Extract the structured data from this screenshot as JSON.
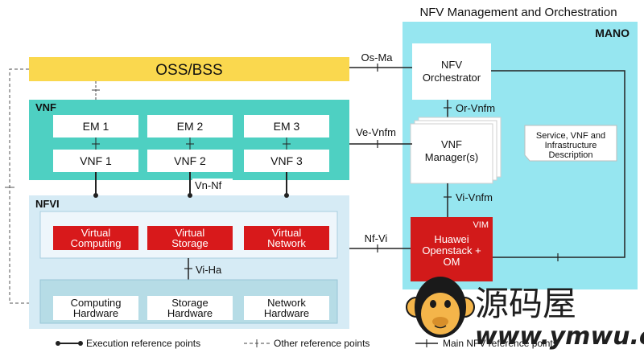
{
  "mano": {
    "heading": "NFV Management and Orchestration",
    "label": "MANO",
    "orchestrator": [
      "NFV",
      "Orchestrator"
    ],
    "vnf_manager": [
      "VNF",
      "Manager(s)"
    ],
    "description": [
      "Service, VNF and",
      "Infrastructure",
      "Description"
    ],
    "vim": {
      "label": "VIM",
      "lines": [
        "Huawei",
        "Openstack +",
        "OM"
      ]
    }
  },
  "oss_bss": "OSS/BSS",
  "vnf_layer": {
    "label": "VNF",
    "ems": [
      "EM 1",
      "EM 2",
      "EM 3"
    ],
    "vnfs": [
      "VNF 1",
      "VNF 2",
      "VNF 3"
    ]
  },
  "nfvi": {
    "label": "NFVI",
    "virtual": [
      [
        "Virtual",
        "Computing"
      ],
      [
        "Virtual",
        "Storage"
      ],
      [
        "Virtual",
        "Network"
      ]
    ],
    "hardware": [
      [
        "Computing",
        "Hardware"
      ],
      [
        "Storage",
        "Hardware"
      ],
      [
        "Network",
        "Hardware"
      ]
    ]
  },
  "reference_points": {
    "os_ma": "Os-Ma",
    "or_vnfm": "Or-Vnfm",
    "ve_vnfm": "Ve-Vnfm",
    "vi_vnfm": "Vi-Vnfm",
    "vn_nf": "Vn-Nf",
    "nf_vi": "Nf-Vi",
    "vi_ha": "Vi-Ha"
  },
  "legend": {
    "execution": "Execution reference points",
    "other": "Other reference points",
    "main_nfv": "Main NFV reference points"
  },
  "watermark": {
    "chinese": "源码屋",
    "url": "www.ymwu.com"
  },
  "colors": {
    "mano_bg": "#96e6f0",
    "oss_bg": "#fad84e",
    "vnf_bg": "#4ed0c2",
    "nfvi_bg": "#d6ebf5",
    "virtual_red": "#d8191b",
    "vim_red": "#d21a1a",
    "hardware_bg": "#b6dce6"
  }
}
